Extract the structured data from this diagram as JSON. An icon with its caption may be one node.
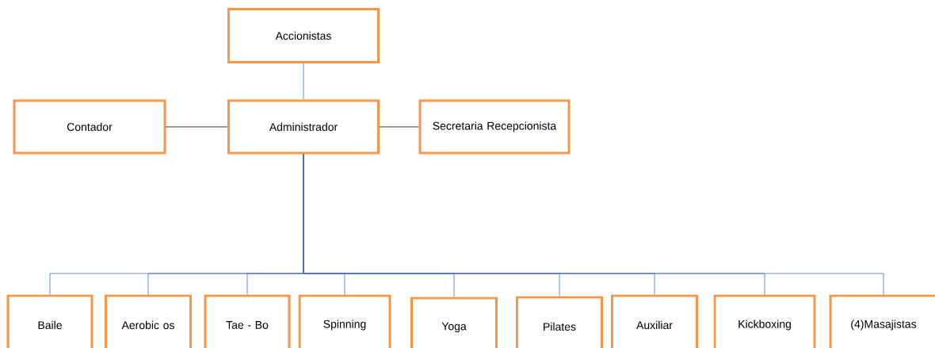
{
  "diagram": {
    "nodes": [
      {
        "text": [
          "Accionistas"
        ]
      },
      {
        "text": [
          "Contador"
        ]
      },
      {
        "text": [
          "Administrador"
        ]
      },
      {
        "text": [
          "Secretaria Recepcionista"
        ]
      },
      {
        "text": [
          "Baile"
        ]
      },
      {
        "text": [
          "Aerobic os"
        ]
      },
      {
        "text": [
          "Tae - Bo"
        ]
      },
      {
        "text": [
          "Spinning"
        ]
      },
      {
        "text": [
          "Yoga"
        ]
      },
      {
        "text": [
          "Pilates"
        ]
      },
      {
        "text": [
          "Auxiliar"
        ]
      },
      {
        "text": [
          "Kickboxing"
        ]
      },
      {
        "text": [
          "(4)Masajistas"
        ]
      }
    ],
    "edges": [
      {
        "from": 0,
        "to": 2,
        "arrow": "none"
      },
      {
        "from": 1,
        "to": 2,
        "arrow": "none",
        "color": "#000000"
      },
      {
        "from": 2,
        "to": 3,
        "arrow": "none",
        "color": "#000000"
      },
      {
        "from": 2,
        "to": 4,
        "arrow": "none"
      },
      {
        "from": 2,
        "to": 5,
        "arrow": "none"
      },
      {
        "from": 2,
        "to": 6,
        "arrow": "none"
      },
      {
        "from": 2,
        "to": 7,
        "arrow": "none"
      },
      {
        "from": 2,
        "to": 8,
        "arrow": "none"
      },
      {
        "from": 2,
        "to": 9,
        "arrow": "none"
      },
      {
        "from": 2,
        "to": 10,
        "arrow": "none"
      },
      {
        "from": 2,
        "to": 11,
        "arrow": "none"
      },
      {
        "from": 2,
        "to": 12,
        "arrow": "none"
      }
    ]
  }
}
